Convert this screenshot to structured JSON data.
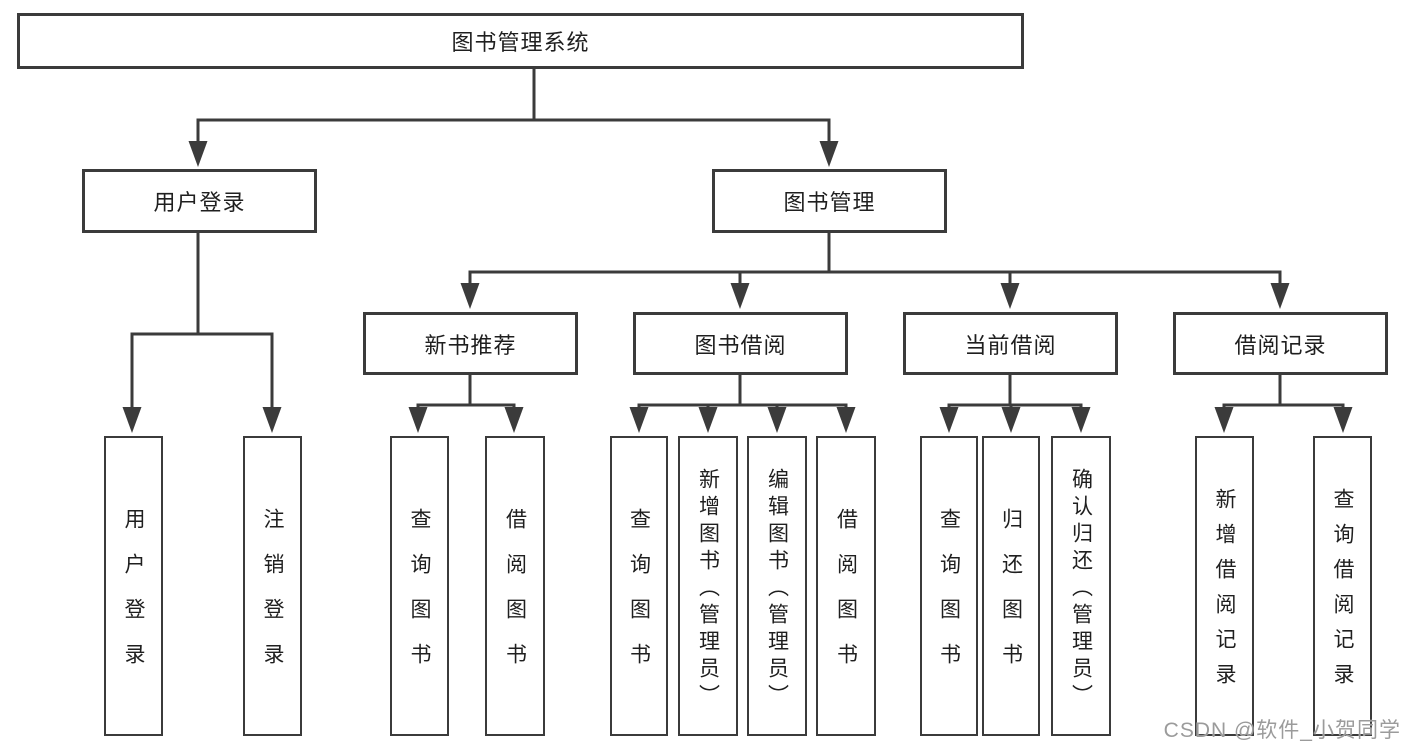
{
  "title": "图书管理系统",
  "watermark": "CSDN @软件_小贺同学",
  "colors": {
    "line": "#3b3b3b",
    "box_border": "#3b3b3b",
    "label_text": "#1f1f1f",
    "watermark_text": "#9b9b9b",
    "background": "#ffffff"
  },
  "tree": {
    "label": "图书管理系统",
    "children": [
      {
        "label": "用户登录",
        "children": [
          {
            "label": "用户登录"
          },
          {
            "label": "注销登录"
          }
        ]
      },
      {
        "label": "图书管理",
        "children": [
          {
            "label": "新书推荐",
            "children": [
              {
                "label": "查询图书"
              },
              {
                "label": "借阅图书"
              }
            ]
          },
          {
            "label": "图书借阅",
            "children": [
              {
                "label": "查询图书"
              },
              {
                "label": "新增图书（管理员）"
              },
              {
                "label": "编辑图书（管理员）"
              },
              {
                "label": "借阅图书"
              }
            ]
          },
          {
            "label": "当前借阅",
            "children": [
              {
                "label": "查询图书"
              },
              {
                "label": "归还图书"
              },
              {
                "label": "确认归还（管理员）"
              }
            ]
          },
          {
            "label": "借阅记录",
            "children": [
              {
                "label": "新增借阅记录"
              },
              {
                "label": "查询借阅记录"
              }
            ]
          }
        ]
      }
    ]
  }
}
